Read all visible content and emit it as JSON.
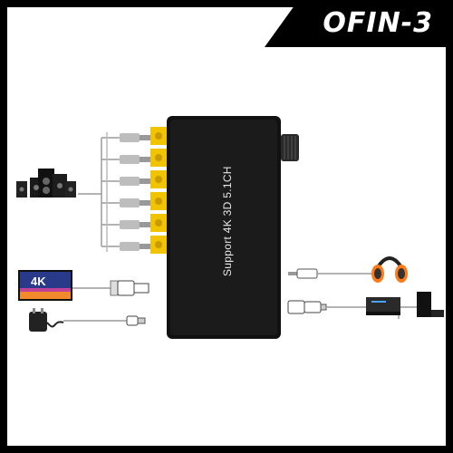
{
  "brand": {
    "logo_text": "OFIN-3"
  },
  "device": {
    "label": "Support 4K 3D 5.1CH"
  },
  "tv": {
    "badge": "4K"
  },
  "colors": {
    "frame": "#000000",
    "device_body": "#111111",
    "rca_jack": "#f2c300",
    "cable": "#9a9a9a",
    "headphone_accent": "#ff7a1a"
  },
  "icons": [
    "speaker-system-icon",
    "tv-icon",
    "power-adapter-icon",
    "headphones-icon",
    "bluray-player-icon",
    "game-console-icon",
    "hdmi-plug-icon",
    "micro-usb-plug-icon",
    "audio-jack-plug-icon"
  ]
}
